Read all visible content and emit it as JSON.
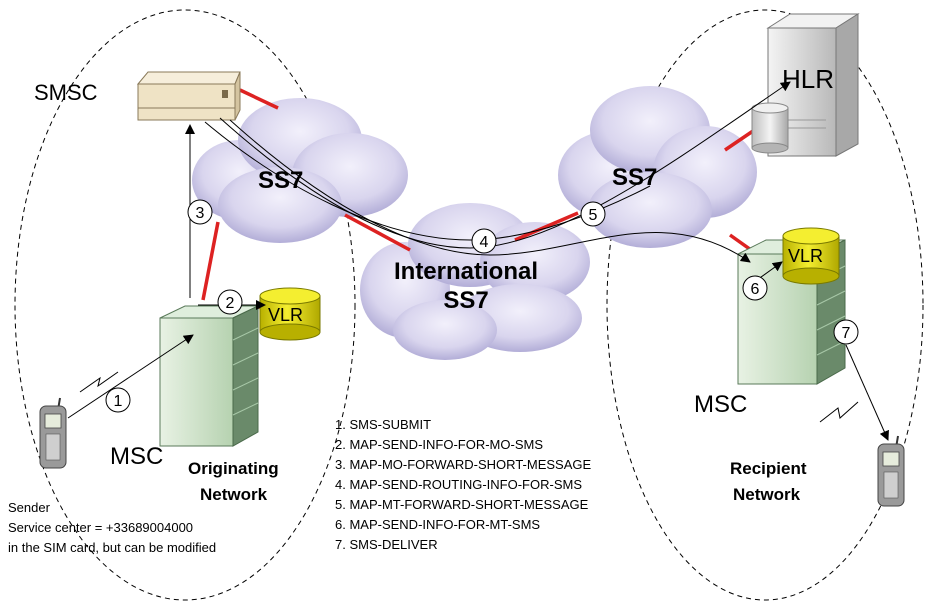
{
  "labels": {
    "smsc": "SMSC",
    "hlr": "HLR",
    "ss7_left": "SS7",
    "ss7_right": "SS7",
    "intl_line1": "International",
    "intl_line2": "SS7",
    "vlr_left": "VLR",
    "vlr_right": "VLR",
    "msc_left": "MSC",
    "msc_right": "MSC",
    "originating_line1": "Originating",
    "originating_line2": "Network",
    "recipient_line1": "Recipient",
    "recipient_line2": "Network"
  },
  "steps": [
    "1",
    "2",
    "3",
    "4",
    "5",
    "6",
    "7"
  ],
  "messages": [
    "1. SMS-SUBMIT",
    "2. MAP-SEND-INFO-FOR-MO-SMS",
    "3. MAP-MO-FORWARD-SHORT-MESSAGE",
    "4. MAP-SEND-ROUTING-INFO-FOR-SMS",
    "5. MAP-MT-FORWARD-SHORT-MESSAGE",
    "6. MAP-SEND-INFO-FOR-MT-SMS",
    "7. SMS-DELIVER"
  ],
  "sender_note": [
    "Sender",
    "Service center = +33689004000",
    "in the SIM card, but can be modified"
  ],
  "colors": {
    "cloud": "#d8d4ec",
    "cloud_shade": "#b3aed8",
    "link_red": "#dd2222",
    "vlr_yellow": "#e8e000",
    "server_green": "#c8e0c4",
    "smsc_beige": "#f0e6cc",
    "hlr_grey": "#d4d4d4"
  }
}
